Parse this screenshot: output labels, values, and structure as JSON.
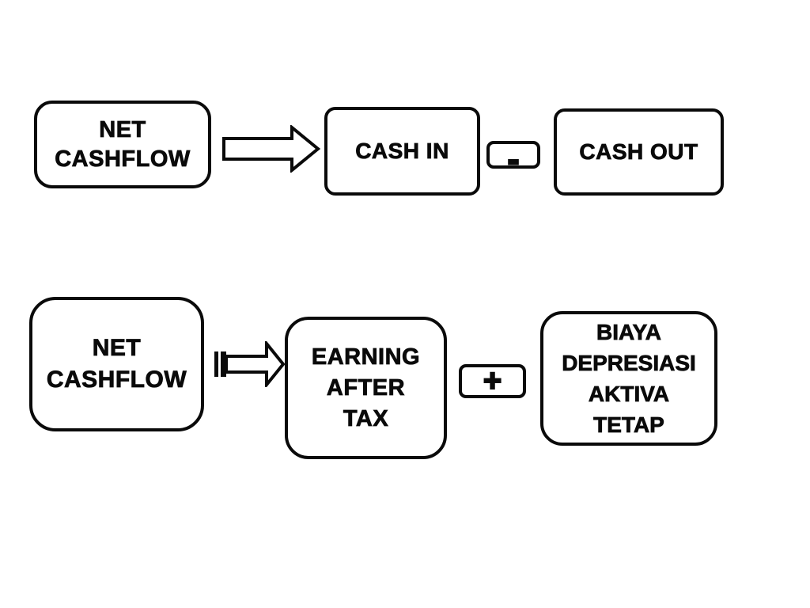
{
  "diagram": {
    "description": "Net cashflow definition flow diagram",
    "colors": {
      "background": "#ffffff",
      "stroke": "#0a0a0a",
      "text": "#0a0a0a"
    },
    "rows": [
      {
        "source_lines": [
          "NET",
          "CASHFLOW"
        ],
        "connector": "plain-right-arrow",
        "operand1": "CASH IN",
        "operator": "-",
        "operand2": "CASH OUT"
      },
      {
        "source_lines": [
          "NET",
          "CASHFLOW"
        ],
        "connector": "striped-tail-right-arrow",
        "operand1_lines": [
          "EARNING",
          "AFTER",
          "TAX"
        ],
        "operator": "+",
        "operand2_lines": [
          "BIAYA",
          "DEPRESIASI",
          "AKTIVA",
          "TETAP"
        ]
      }
    ]
  }
}
